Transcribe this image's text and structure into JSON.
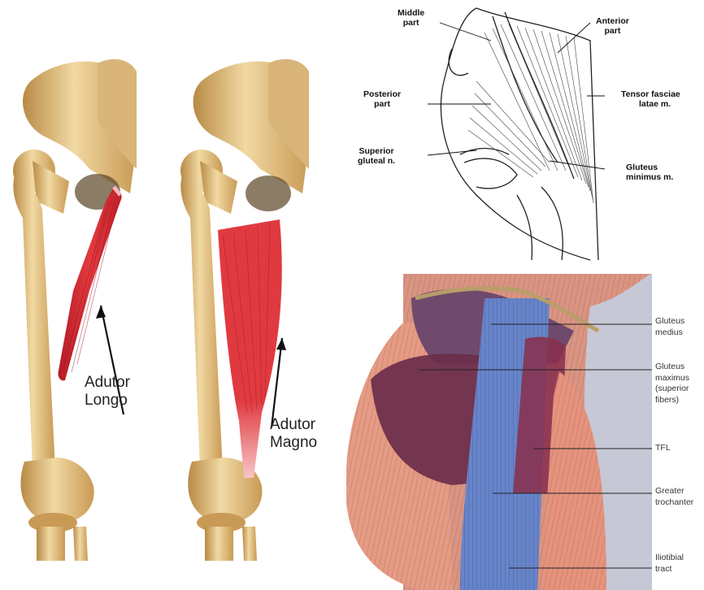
{
  "adductor_longus": {
    "label_line1": "Adutor",
    "label_line2": "Longo"
  },
  "adductor_magnus": {
    "label_line1": "Adutor",
    "label_line2": "Magno"
  },
  "diagram_labels": {
    "middle_part": [
      "Middle",
      "part"
    ],
    "anterior_part": [
      "Anterior",
      "part"
    ],
    "posterior_part": [
      "Posterior",
      "part"
    ],
    "tensor_fasciae": [
      "Tensor fasciae",
      "latae m."
    ],
    "superior_gluteal": [
      "Superior",
      "gluteal n."
    ],
    "gluteus_minimus": [
      "Gluteus",
      "minimus m."
    ]
  },
  "hip_labels": {
    "gluteus_medius": [
      "Gluteus",
      "medius"
    ],
    "gluteus_maximus": [
      "Gluteus",
      "maximus",
      "(superior",
      "fibers)"
    ],
    "tfl": [
      "TFL"
    ],
    "greater_trochanter": [
      "Greater",
      "trochanter"
    ],
    "iliotibial_tract": [
      "Iliotibial",
      "tract"
    ]
  },
  "colors": {
    "bone": "#e8c98a",
    "bone_shade": "#c79a55",
    "muscle_red": "#d8262f",
    "it_band_blue": "#5f7fc7",
    "gluteus_purple": "#6b2a4a"
  }
}
